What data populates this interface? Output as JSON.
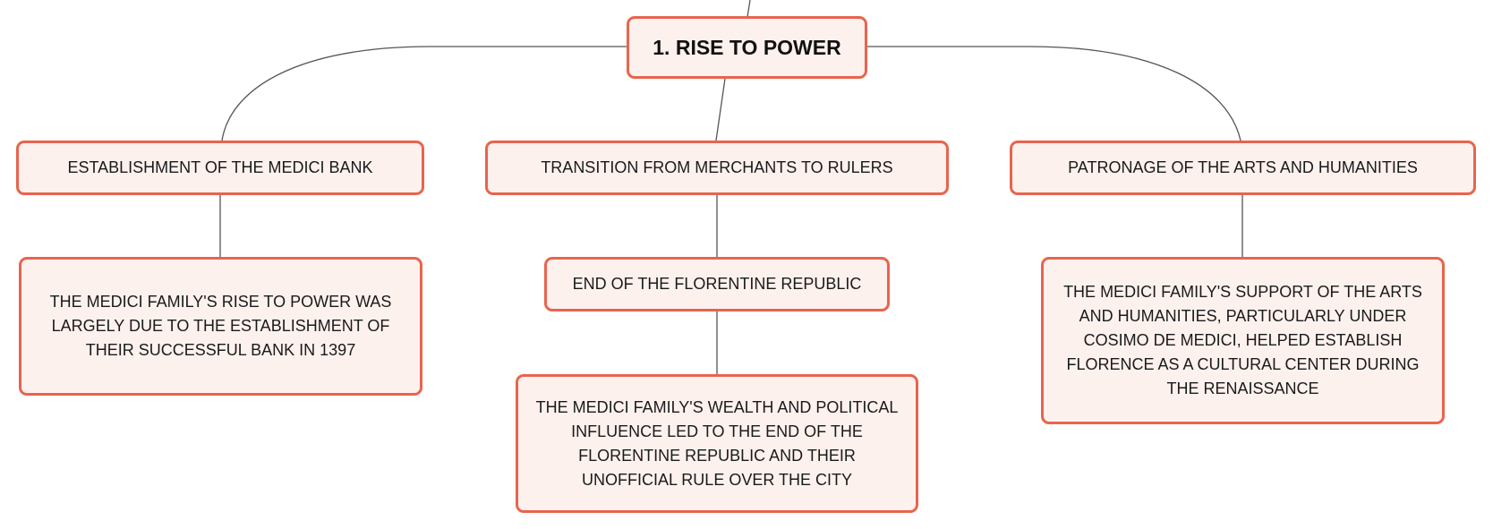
{
  "diagram": {
    "root": {
      "label": "1. RISE TO POWER"
    },
    "branches": [
      {
        "label": "ESTABLISHMENT OF THE MEDICI BANK",
        "detail": "THE MEDICI FAMILY'S RISE TO POWER WAS LARGELY DUE TO THE ESTABLISHMENT OF THEIR SUCCESSFUL BANK IN 1397"
      },
      {
        "label": "TRANSITION FROM MERCHANTS TO RULERS",
        "sub": {
          "label": "END OF THE FLORENTINE REPUBLIC",
          "detail": "THE MEDICI FAMILY'S WEALTH AND POLITICAL INFLUENCE LED TO THE END OF THE FLORENTINE REPUBLIC AND THEIR UNOFFICIAL RULE OVER THE CITY"
        }
      },
      {
        "label": "PATRONAGE OF THE ARTS AND HUMANITIES",
        "detail": "THE MEDICI FAMILY'S SUPPORT OF THE ARTS AND HUMANITIES, PARTICULARLY UNDER COSIMO DE MEDICI, HELPED ESTABLISH FLORENCE AS A CULTURAL CENTER DURING THE RENAISSANCE"
      }
    ]
  },
  "colors": {
    "node_border": "#e8644e",
    "node_fill": "#fdf1ee",
    "connector": "#555555"
  }
}
